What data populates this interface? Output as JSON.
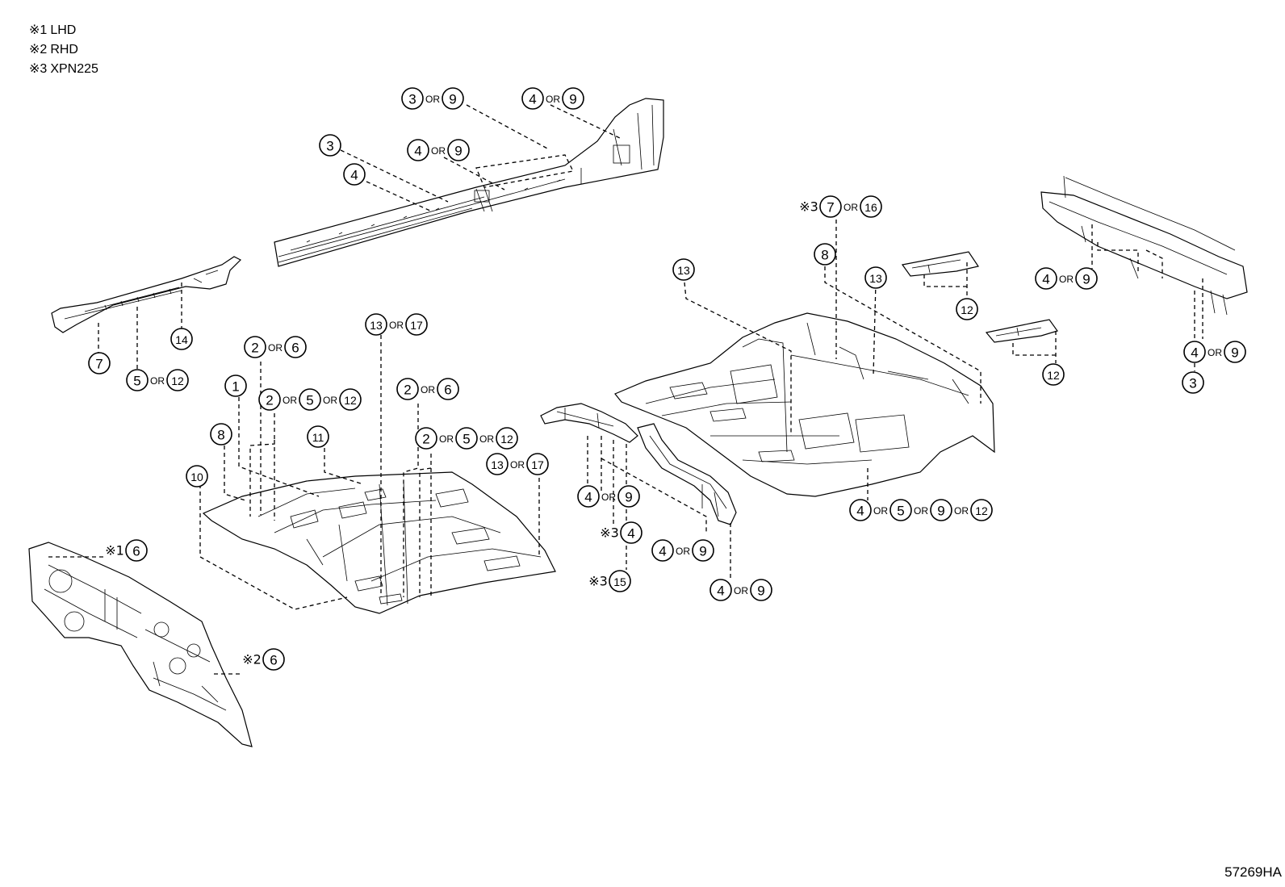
{
  "legend": [
    {
      "symbol": "※1",
      "text": "LHD"
    },
    {
      "symbol": "※2",
      "text": "RHD"
    },
    {
      "symbol": "※3",
      "text": "XPN225"
    }
  ],
  "figure_id": "57269HA",
  "or_text": "OR",
  "note_symbol": "※",
  "callouts": [
    {
      "tokens": [
        "3",
        "OR",
        "9"
      ]
    },
    {
      "tokens": [
        "4",
        "OR",
        "9"
      ]
    },
    {
      "tokens": [
        "3"
      ]
    },
    {
      "tokens": [
        "4",
        "OR",
        "9"
      ]
    },
    {
      "tokens": [
        "4"
      ]
    },
    {
      "tokens": [
        "※3",
        "7",
        "OR",
        "16"
      ]
    },
    {
      "tokens": [
        "8"
      ]
    },
    {
      "tokens": [
        "13"
      ]
    },
    {
      "tokens": [
        "13"
      ]
    },
    {
      "tokens": [
        "12"
      ]
    },
    {
      "tokens": [
        "4",
        "OR",
        "9"
      ]
    },
    {
      "tokens": [
        "12"
      ]
    },
    {
      "tokens": [
        "4",
        "OR",
        "9"
      ]
    },
    {
      "tokens": [
        "3"
      ]
    },
    {
      "tokens": [
        "14"
      ]
    },
    {
      "tokens": [
        "7"
      ]
    },
    {
      "tokens": [
        "5",
        "OR",
        "12"
      ]
    },
    {
      "tokens": [
        "2",
        "OR",
        "6"
      ]
    },
    {
      "tokens": [
        "13",
        "OR",
        "17"
      ]
    },
    {
      "tokens": [
        "1"
      ]
    },
    {
      "tokens": [
        "2",
        "OR",
        "5",
        "OR",
        "12"
      ]
    },
    {
      "tokens": [
        "2",
        "OR",
        "6"
      ]
    },
    {
      "tokens": [
        "8"
      ]
    },
    {
      "tokens": [
        "11"
      ]
    },
    {
      "tokens": [
        "2",
        "OR",
        "5",
        "OR",
        "12"
      ]
    },
    {
      "tokens": [
        "10"
      ]
    },
    {
      "tokens": [
        "13",
        "OR",
        "17"
      ]
    },
    {
      "tokens": [
        "4",
        "OR",
        "9"
      ]
    },
    {
      "tokens": [
        "※3",
        "4"
      ]
    },
    {
      "tokens": [
        "4",
        "OR",
        "9"
      ]
    },
    {
      "tokens": [
        "※3",
        "15"
      ]
    },
    {
      "tokens": [
        "4",
        "OR",
        "9"
      ]
    },
    {
      "tokens": [
        "4",
        "OR",
        "5",
        "OR",
        "9",
        "OR",
        "12"
      ]
    },
    {
      "tokens": [
        "※1",
        "6"
      ]
    },
    {
      "tokens": [
        "※2",
        "6"
      ]
    }
  ]
}
